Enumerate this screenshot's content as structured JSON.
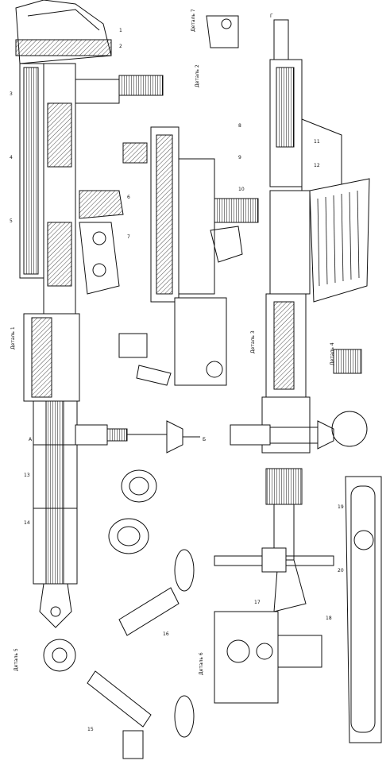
{
  "drawing": {
    "detail_labels": [
      {
        "id": "detail-1",
        "text": "Деталь 1"
      },
      {
        "id": "detail-2",
        "text": "Деталь 2"
      },
      {
        "id": "detail-3",
        "text": "Деталь 3"
      },
      {
        "id": "detail-4",
        "text": "Деталь 4"
      },
      {
        "id": "detail-5",
        "text": "Деталь 5"
      },
      {
        "id": "detail-6",
        "text": "Деталь 6"
      },
      {
        "id": "detail-7",
        "text": "Деталь 7"
      }
    ],
    "section_marks": {
      "arrow_a": "A",
      "arrow_b": "Б",
      "arrow_c": "Г"
    },
    "callout_numbers": [
      "1",
      "2",
      "3",
      "4",
      "5",
      "6",
      "7",
      "8",
      "9",
      "10",
      "11",
      "12",
      "13",
      "14",
      "15",
      "16",
      "17",
      "18",
      "19",
      "20"
    ]
  }
}
